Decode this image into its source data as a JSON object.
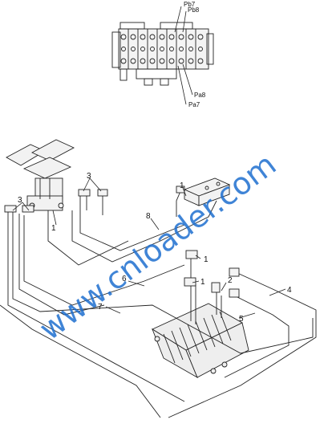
{
  "labels": {
    "pb7": "Pb7",
    "pb8": "Pb8",
    "pa8": "Pa8",
    "pa7": "Pa7",
    "n1": "1",
    "n2": "2",
    "n3": "3",
    "n4": "4",
    "n5": "5",
    "n6": "6",
    "n7": "7",
    "n8": "8"
  },
  "watermark": "www.cnloader.com",
  "colors": {
    "line": "#222222",
    "watermark": "#1e6fd0"
  }
}
